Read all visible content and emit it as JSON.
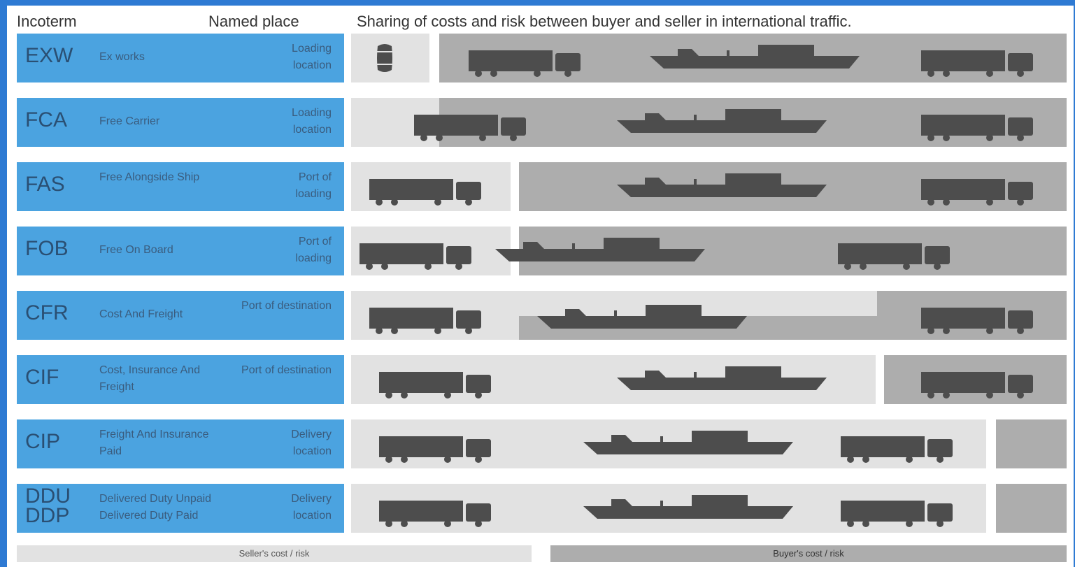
{
  "header": {
    "incoterm": "Incoterm",
    "named_place": "Named place",
    "sharing": "Sharing of costs and risk between buyer and seller in international traffic."
  },
  "rows": [
    {
      "code": "EXW",
      "name": "Ex works",
      "place": "Loading location",
      "vehicles": [
        "barrel",
        "truck",
        "ship",
        "truck"
      ]
    },
    {
      "code": "FCA",
      "name": "Free Carrier",
      "place": "Loading location",
      "vehicles": [
        "truck",
        "ship",
        "truck"
      ]
    },
    {
      "code": "FAS",
      "name": "Free Alongside Ship",
      "place": "Port of loading",
      "vehicles": [
        "truck",
        "ship",
        "truck"
      ]
    },
    {
      "code": "FOB",
      "name": "Free On Board",
      "place": "Port of loading",
      "vehicles": [
        "truck",
        "ship",
        "truck"
      ]
    },
    {
      "code": "CFR",
      "name": "Cost And Freight",
      "place": "Port of destination",
      "vehicles": [
        "truck",
        "ship",
        "truck"
      ]
    },
    {
      "code": "CIF",
      "name": "Cost, Insurance And Freight",
      "place": "Port of destination",
      "vehicles": [
        "truck",
        "ship",
        "truck"
      ]
    },
    {
      "code": "CIP",
      "name": "Freight And Insurance Paid",
      "place": "Delivery location",
      "vehicles": [
        "truck",
        "ship",
        "truck"
      ]
    },
    {
      "code": "DDU DDP",
      "name": "Delivered Duty Unpaid Delivered Duty Paid",
      "place": "Delivery location",
      "vehicles": [
        "truck",
        "ship",
        "truck"
      ]
    }
  ],
  "legend": {
    "seller": "Seller's cost / risk",
    "buyer": "Buyer's cost / risk"
  },
  "colors": {
    "term_bg": "#4ba3e0",
    "seller": "#e2e2e2",
    "buyer": "#adadad",
    "vehicle": "#4d4d4d",
    "border": "#2e7ad3"
  }
}
